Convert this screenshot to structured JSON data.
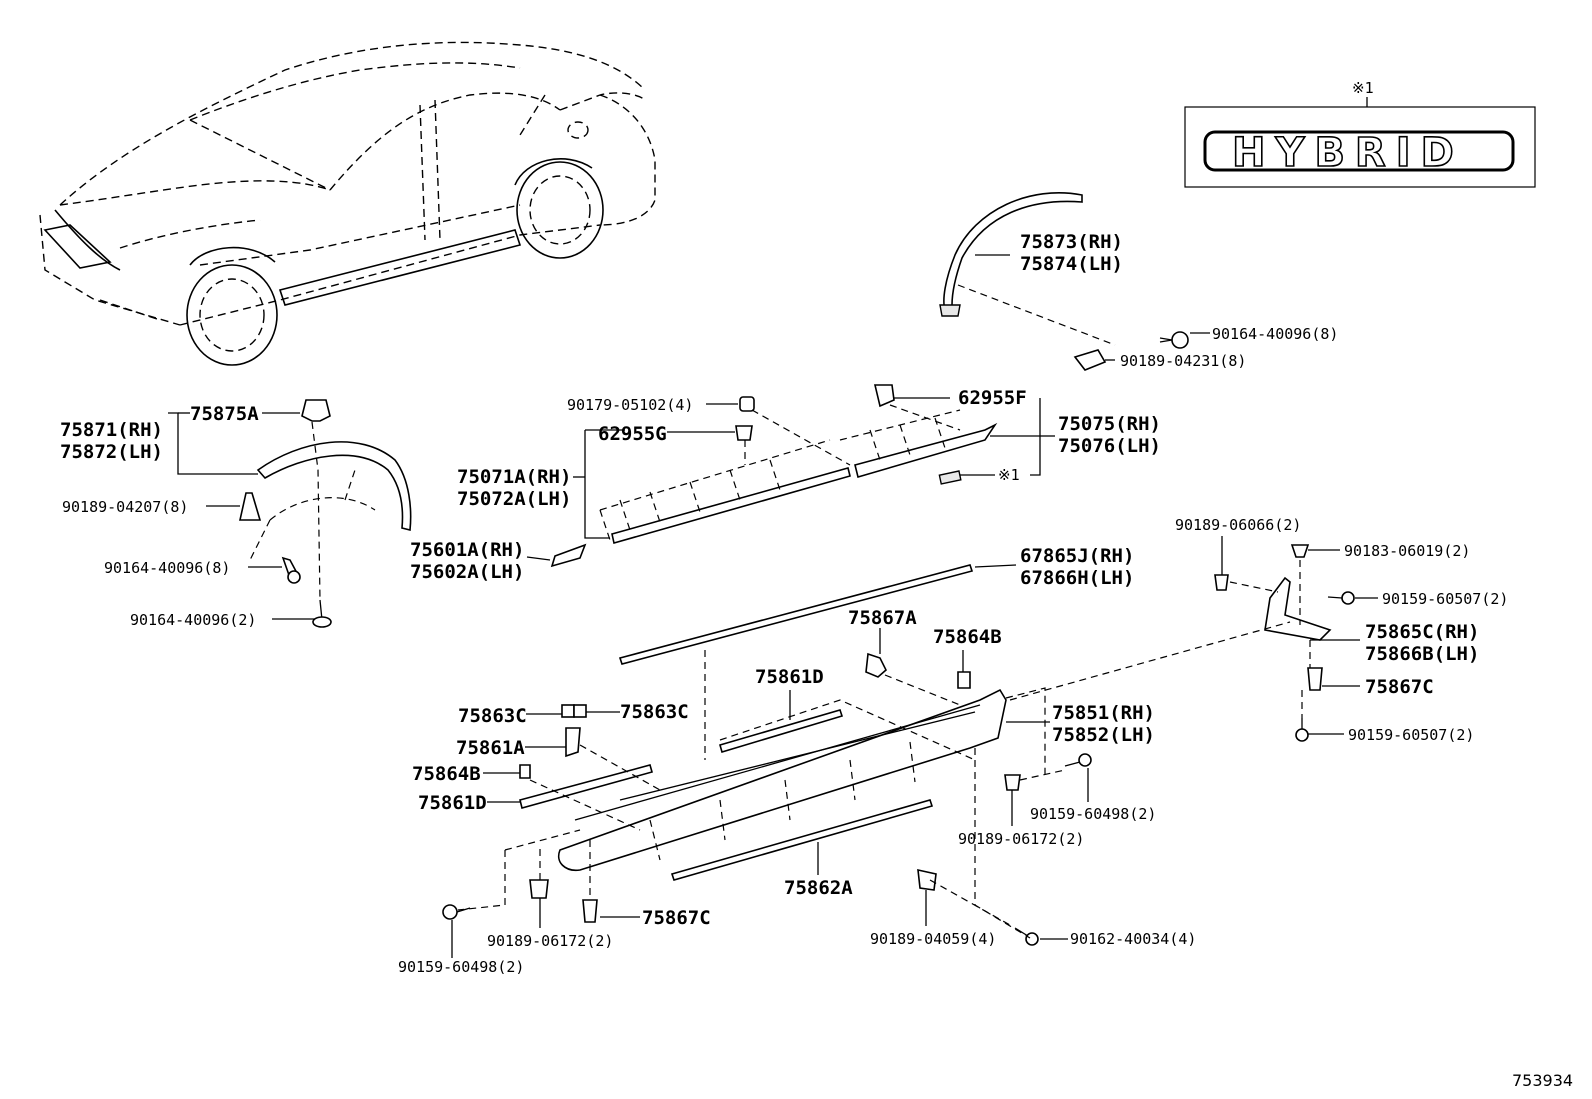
{
  "diagram": {
    "badge": {
      "mark": "※1",
      "text": "HYBRID"
    },
    "reference_number": "753934",
    "labels": {
      "p75873": "75873(RH)",
      "p75874": "75874(LH)",
      "p90164_40096_8_top": "90164-40096(8)",
      "p90189_04231": "90189-04231(8)",
      "p75871": "75871(RH)",
      "p75872": "75872(LH)",
      "p75875A": "75875A",
      "p90189_04207": "90189-04207(8)",
      "p90164_40096_8": "90164-40096(8)",
      "p90164_40096_2": "90164-40096(2)",
      "p90179_05102": "90179-05102(4)",
      "p62955G": "62955G",
      "p62955F": "62955F",
      "p75075": "75075(RH)",
      "p75076": "75076(LH)",
      "p_mark1": "※1",
      "p75071A": "75071A(RH)",
      "p75072A": "75072A(LH)",
      "p75601A": "75601A(RH)",
      "p75602A": "75602A(LH)",
      "p67865J": "67865J(RH)",
      "p67866H": "67866H(LH)",
      "p90189_06066": "90189-06066(2)",
      "p90183_06019": "90183-06019(2)",
      "p90159_60507_top": "90159-60507(2)",
      "p75865C": "75865C(RH)",
      "p75866B": "75866B(LH)",
      "p75867C_right": "75867C",
      "p90159_60507_bot": "90159-60507(2)",
      "p75867A": "75867A",
      "p75864B_right": "75864B",
      "p75861D_top": "75861D",
      "p75863C_left": "75863C",
      "p75863C_right": "75863C",
      "p75861A": "75861A",
      "p75864B_left": "75864B",
      "p75861D_left": "75861D",
      "p75851": "75851(RH)",
      "p75852": "75852(LH)",
      "p90159_60498_right": "90159-60498(2)",
      "p90189_06172_right": "90189-06172(2)",
      "p75862A": "75862A",
      "p75867C_bottom": "75867C",
      "p90189_06172_bottom": "90189-06172(2)",
      "p90159_60498_bottom": "90159-60498(2)",
      "p90189_04059": "90189-04059(4)",
      "p90162_40034": "90162-40034(4)"
    }
  }
}
